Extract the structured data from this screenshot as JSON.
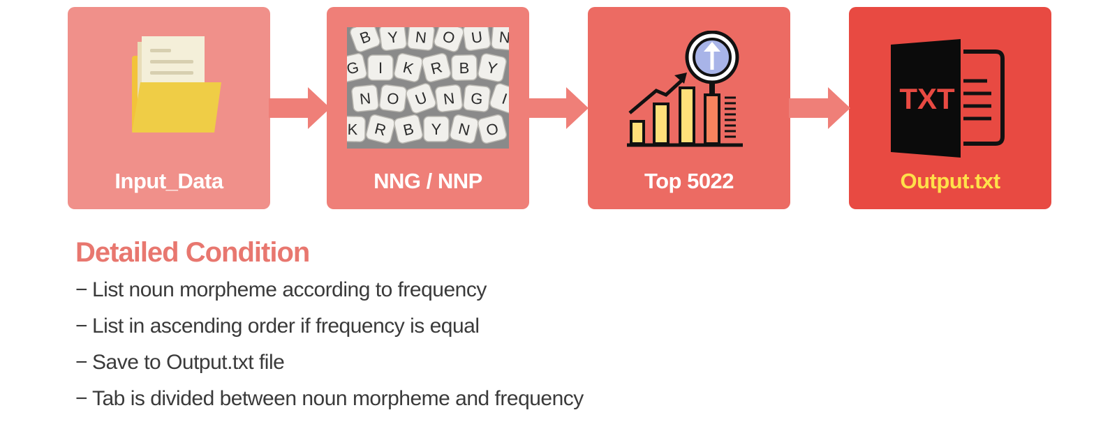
{
  "steps": [
    {
      "label": "Input_Data",
      "icon": "folder-icon",
      "bg": "#F0908A",
      "label_color": "#FFFFFF"
    },
    {
      "label": "NNG / NNP",
      "icon": "letter-tiles-image",
      "bg": "#EF7F78",
      "label_color": "#FFFFFF"
    },
    {
      "label": "Top 5022",
      "icon": "growth-chart-icon",
      "bg": "#EC6B63",
      "label_color": "#FFFFFF"
    },
    {
      "label": "Output.txt",
      "icon": "txt-file-icon",
      "bg": "#E84A42",
      "label_color": "#FFE14A"
    }
  ],
  "tile_letters": [
    "B",
    "Y",
    "N",
    "O",
    "U",
    "N",
    "G",
    "I",
    "K",
    "R"
  ],
  "txt_icon_text": "TXT",
  "arrow_color": "#EF7F78",
  "section": {
    "title": "Detailed Condition",
    "title_color": "#E8776F",
    "dash": "−",
    "items": [
      "List noun morpheme according to frequency",
      "List in ascending order if frequency is equal",
      "Save to Output.txt file",
      "Tab is divided between noun morpheme and frequency"
    ]
  }
}
